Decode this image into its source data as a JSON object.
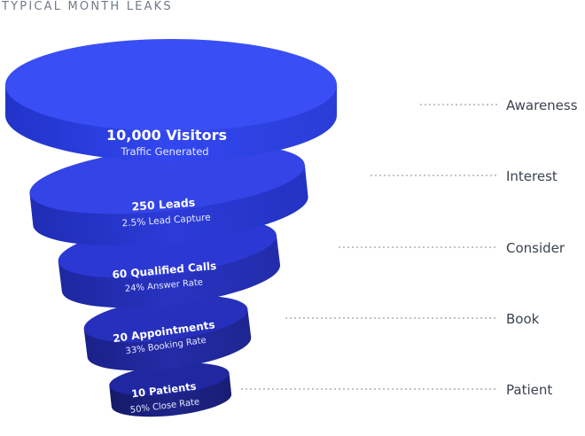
{
  "header": {
    "title": "TYPICAL MONTH LEAKS"
  },
  "colors": {
    "tier_colors": [
      "#2a3fe6",
      "#2635cf",
      "#2430b8",
      "#1f279e",
      "#19207f"
    ],
    "label_text": "#3a4350",
    "leader_line": "#9aa1ab"
  },
  "tiers": [
    {
      "title": "10,000 Visitors",
      "subtitle": "Traffic Generated",
      "stage": "Awareness"
    },
    {
      "title": "250 Leads",
      "subtitle": "2.5% Lead Capture",
      "stage": "Interest"
    },
    {
      "title": "60 Qualified Calls",
      "subtitle": "24% Answer Rate",
      "stage": "Consider"
    },
    {
      "title": "20 Appointments",
      "subtitle": "33% Booking Rate",
      "stage": "Book"
    },
    {
      "title": "10 Patients",
      "subtitle": "50% Close Rate",
      "stage": "Patient"
    }
  ]
}
